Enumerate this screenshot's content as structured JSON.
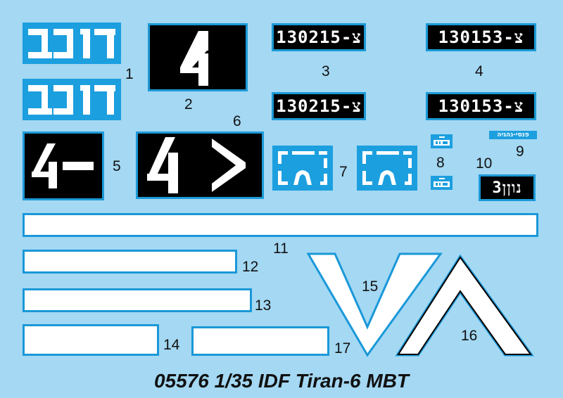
{
  "sheet": {
    "title": "05576 1/35 IDF Tiran-6 MBT",
    "colors": {
      "background": "#a4d8f3",
      "decal_blue": "#1c9fdf",
      "border_blue": "#1a98d8",
      "plate_black": "#000000",
      "marking_white": "#ffffff"
    }
  },
  "decals": [
    {
      "id": "1",
      "label": "1",
      "text": "דוכב",
      "display": "ᑐᑐ1ᒣ",
      "style": "white on blue",
      "count": 2
    },
    {
      "id": "2",
      "label": "2",
      "text": "4",
      "style": "white on black"
    },
    {
      "id": "3",
      "label": "3",
      "text": "130215-צ",
      "style": "white on black plate",
      "count": 2
    },
    {
      "id": "4",
      "label": "4",
      "text": "130153-צ",
      "style": "white on black plate",
      "count": 2
    },
    {
      "id": "5",
      "label": "5",
      "text": "4–",
      "style": "white on black"
    },
    {
      "id": "6",
      "label": "6",
      "text": "4 >",
      "style": "white on black"
    },
    {
      "id": "7",
      "label": "7",
      "text": "bracket emblem",
      "style": "white on blue",
      "count": 2
    },
    {
      "id": "8",
      "label": "8",
      "text": "small tag",
      "style": "white on blue",
      "count": 2
    },
    {
      "id": "9",
      "label": "9",
      "text": "פנסי-נהגיה",
      "style": "white on blue"
    },
    {
      "id": "10",
      "label": "10",
      "text": "3עון",
      "style": "white on black"
    },
    {
      "id": "11",
      "label": "11",
      "text": "",
      "style": "white stripe"
    },
    {
      "id": "12",
      "label": "12",
      "text": "",
      "style": "white stripe"
    },
    {
      "id": "13",
      "label": "13",
      "text": "",
      "style": "white stripe"
    },
    {
      "id": "14",
      "label": "14",
      "text": "",
      "style": "white stripe"
    },
    {
      "id": "15",
      "label": "15",
      "text": "V",
      "style": "white chevron"
    },
    {
      "id": "16",
      "label": "16",
      "text": "Λ",
      "style": "white chevron black outline"
    },
    {
      "id": "17",
      "label": "17",
      "text": "",
      "style": "white stripe"
    }
  ],
  "plates": {
    "p3": "130215-צ",
    "p4": "130153-צ",
    "d10": "3נוןן"
  },
  "glyphs": {
    "d2": "4",
    "d5_digit": "4",
    "d6_digit": "4",
    "d6_arrow": ">",
    "d9": "פנסי-נהגיה",
    "d8": "ᑌᑌ ꟷ"
  }
}
